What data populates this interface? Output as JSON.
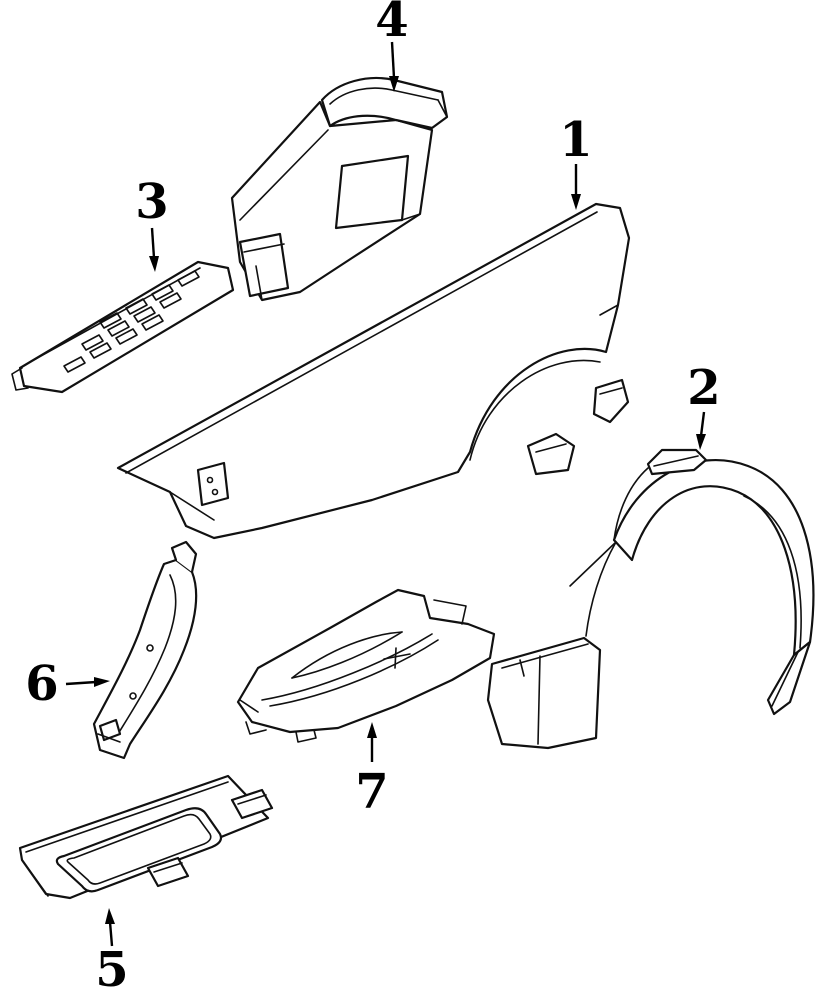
{
  "diagram": {
    "background": "#ffffff",
    "line_color": "#111111",
    "callouts": [
      {
        "number": "1"
      },
      {
        "number": "2"
      },
      {
        "number": "3"
      },
      {
        "number": "4"
      },
      {
        "number": "5"
      },
      {
        "number": "6"
      },
      {
        "number": "7"
      }
    ]
  }
}
